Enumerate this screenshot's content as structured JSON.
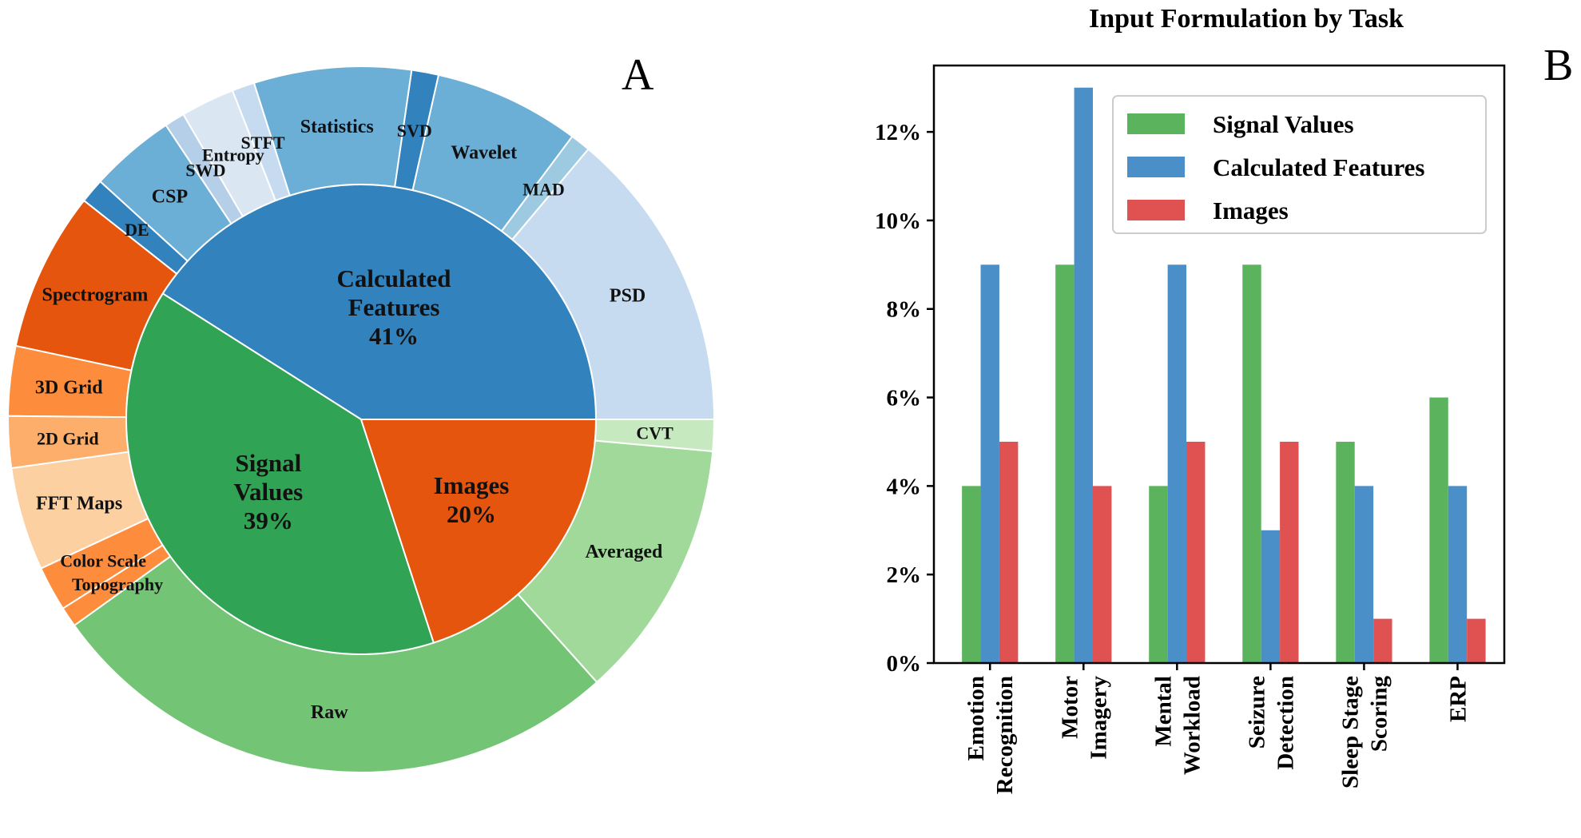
{
  "panel_labels": {
    "left": "A",
    "right": "B"
  },
  "chart_data": [
    {
      "type": "sunburst",
      "inner": [
        {
          "label": "Calculated Features",
          "pct_label": "41%",
          "value": 41,
          "color": "#3182bd"
        },
        {
          "label": "Signal Values",
          "pct_label": "39%",
          "value": 39,
          "color": "#31a354"
        },
        {
          "label": "Images",
          "pct_label": "20%",
          "value": 20,
          "color": "#e6550d"
        }
      ],
      "outer": [
        {
          "parent": "Calculated Features",
          "label": "PSD",
          "value": 13.5,
          "color": "#c6dbef"
        },
        {
          "parent": "Calculated Features",
          "label": "MAD",
          "value": 0.9,
          "color": "#9ecae1"
        },
        {
          "parent": "Calculated Features",
          "label": "Wavelet",
          "value": 6.5,
          "color": "#6baed6"
        },
        {
          "parent": "Calculated Features",
          "label": "SVD",
          "value": 1.2,
          "color": "#3182bd"
        },
        {
          "parent": "Calculated Features",
          "label": "Statistics",
          "value": 7.0,
          "color": "#6baed6"
        },
        {
          "parent": "Calculated Features",
          "label": "STFT",
          "value": 1.0,
          "color": "#c6dbef"
        },
        {
          "parent": "Calculated Features",
          "label": "Entropy",
          "value": 2.4,
          "color": "#dbe6f3"
        },
        {
          "parent": "Calculated Features",
          "label": "SWD",
          "value": 0.9,
          "color": "#b5cfe8"
        },
        {
          "parent": "Calculated Features",
          "label": "CSP",
          "value": 3.8,
          "color": "#6baed6"
        },
        {
          "parent": "Calculated Features",
          "label": "DE",
          "value": 1.1,
          "color": "#3182bd"
        },
        {
          "parent": "Images",
          "label": "Spectrogram",
          "value": 7.1,
          "color": "#e6550d"
        },
        {
          "parent": "Images",
          "label": "3D Grid",
          "value": 3.1,
          "color": "#fd8d3c"
        },
        {
          "parent": "Images",
          "label": "2D Grid",
          "value": 2.3,
          "color": "#fdae6b"
        },
        {
          "parent": "Images",
          "label": "FFT Maps",
          "value": 4.6,
          "color": "#fdd0a2"
        },
        {
          "parent": "Images",
          "label": "Color Scale",
          "value": 2.0,
          "color": "#fd8d3c"
        },
        {
          "parent": "Images",
          "label": "Topography",
          "value": 0.9,
          "color": "#fd8d3c"
        },
        {
          "parent": "Signal Values",
          "label": "Raw",
          "value": 26.0,
          "color": "#74c476"
        },
        {
          "parent": "Signal Values",
          "label": "Averaged",
          "value": 11.6,
          "color": "#a1d99b"
        },
        {
          "parent": "Signal Values",
          "label": "CVT",
          "value": 1.4,
          "color": "#c7e9c0"
        }
      ]
    },
    {
      "type": "bar",
      "title": "Input Formulation by Task",
      "categories": [
        [
          "Emotion",
          "Recognition"
        ],
        [
          "Motor",
          "Imagery"
        ],
        [
          "Mental",
          "Workload"
        ],
        [
          "Seizure",
          "Detection"
        ],
        [
          "Sleep Stage",
          "Scoring"
        ],
        [
          "ERP"
        ]
      ],
      "series": [
        {
          "name": "Signal Values",
          "color": "#5bb45d",
          "values": [
            4,
            9,
            4,
            9,
            5,
            6
          ]
        },
        {
          "name": "Calculated Features",
          "color": "#4a8fc8",
          "values": [
            9,
            13,
            9,
            3,
            4,
            4
          ]
        },
        {
          "name": "Images",
          "color": "#e05252",
          "values": [
            5,
            4,
            5,
            5,
            1,
            1
          ]
        }
      ],
      "ylim": [
        0,
        13.5
      ],
      "yticks": [
        0,
        2,
        4,
        6,
        8,
        10,
        12
      ],
      "ytick_labels": [
        "0%",
        "2%",
        "4%",
        "6%",
        "8%",
        "10%",
        "12%"
      ],
      "legend_position": "top-right",
      "grid": false
    }
  ]
}
